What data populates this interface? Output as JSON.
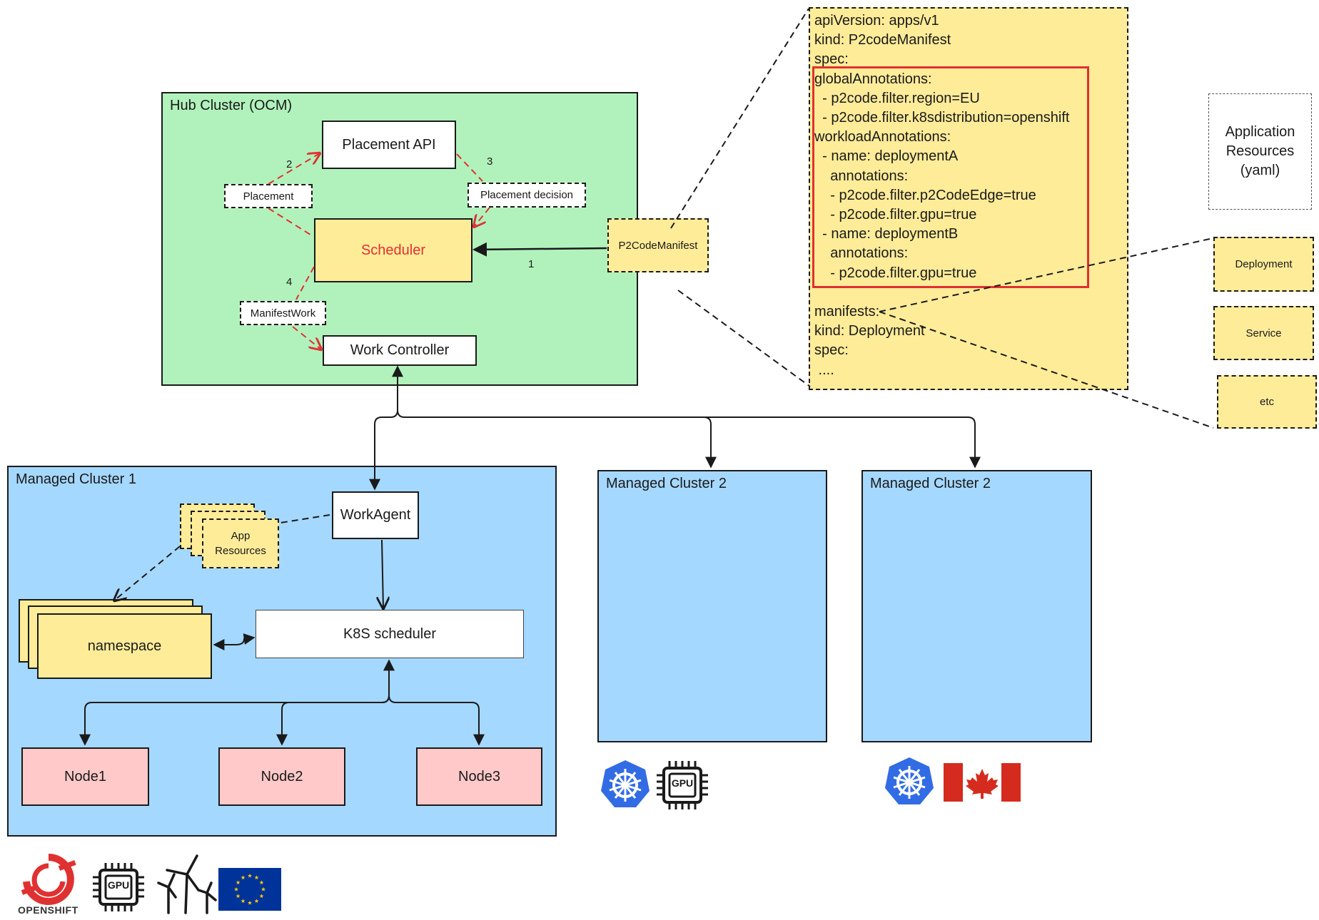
{
  "hub": {
    "title": "Hub Cluster (OCM)",
    "placement_api": "Placement API",
    "scheduler": "Scheduler",
    "work_controller": "Work Controller",
    "placement": "Placement",
    "placement_decision": "Placement decision",
    "manifestwork": "ManifestWork",
    "p2codemanifest": "P2CodeManifest",
    "step1": "1",
    "step2": "2",
    "step3": "3",
    "step4": "4"
  },
  "manifest": {
    "lines": [
      "apiVersion: apps/v1",
      "kind: P2codeManifest",
      "spec:",
      "globalAnnotations:",
      "  - p2code.filter.region=EU",
      "  - p2code.filter.k8sdistribution=openshift",
      "workloadAnnotations:",
      "  - name: deploymentA",
      "    annotations:",
      "    - p2code.filter.p2CodeEdge=true",
      "    - p2code.filter.gpu=true",
      "  - name: deploymentB",
      "    annotations:",
      "    - p2code.filter.gpu=true",
      "",
      "manifests:",
      "kind: Deployment",
      "spec:",
      " ...."
    ]
  },
  "app_resources_legend": {
    "label": "Application Resources (yaml)",
    "items": [
      "Deployment",
      "Service",
      "etc"
    ]
  },
  "managed1": {
    "title": "Managed Cluster 1",
    "workagent": "WorkAgent",
    "app_resources": "App Resources",
    "namespace": "namespace",
    "k8s_scheduler": "K8S scheduler",
    "nodes": [
      "Node1",
      "Node2",
      "Node3"
    ]
  },
  "managed2": {
    "title": "Managed Cluster 2"
  },
  "managed3": {
    "title": "Managed Cluster 2"
  },
  "logos": {
    "gpu_label": "GPU",
    "openshift_label": "OPENSHIFT"
  },
  "colors": {
    "hub_fill": "#b1f2bc",
    "managed_fill": "#a5d8ff",
    "yellow_fill": "#ffec99",
    "node_fill": "#ffc9c9",
    "accent_red": "#e03131",
    "kubernetes_blue": "#326ce5",
    "eu_blue": "#003399",
    "eu_star": "#ffcc00",
    "canada_red": "#d52b1e"
  }
}
